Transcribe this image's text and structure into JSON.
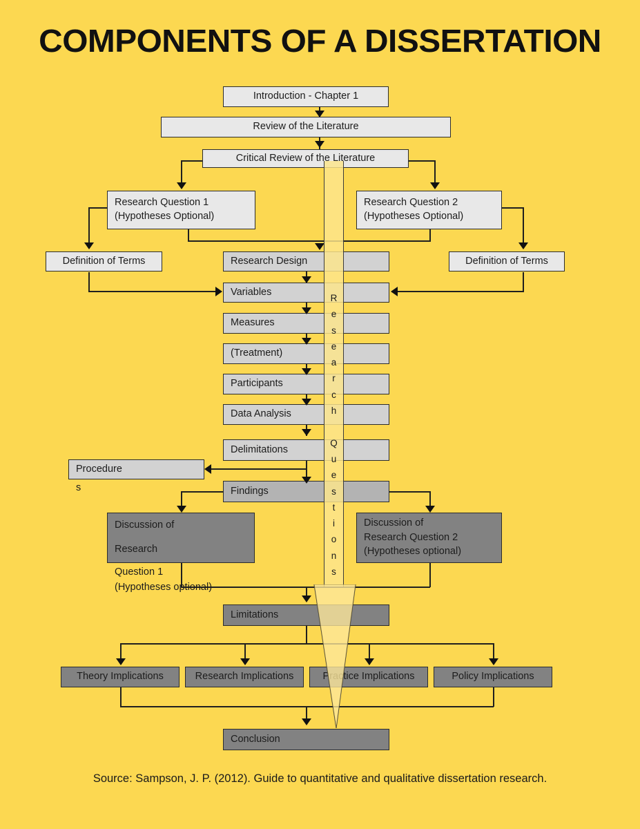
{
  "page": {
    "title": "COMPONENTS OF A DISSERTATION",
    "background_color": "#FCD851",
    "source": "Source: Sampson, J. P. (2012). Guide to quantitative and qualitative dissertation research."
  },
  "band": {
    "label": "Research Questions",
    "letters": [
      "R",
      "e",
      "s",
      "e",
      "a",
      "r",
      "c",
      "h",
      " ",
      "Q",
      "u",
      "e",
      "s",
      "t",
      "i",
      "o",
      "n",
      "s"
    ]
  },
  "nodes": {
    "introduction": "Introduction - Chapter 1",
    "review_literature": "Review of the Literature",
    "critical_review": "Critical Review of the Literature",
    "research_question_1": "Research Question 1\n(Hypotheses Optional)",
    "research_question_1_line1": "Research Question 1",
    "research_question_1_line2": "(Hypotheses Optional)",
    "research_question_2_line1": "Research Question 2",
    "research_question_2_line2": "(Hypotheses Optional)",
    "definition_of_terms_left": "Definition of Terms",
    "definition_of_terms_right": "Definition of Terms",
    "research_design": "Research Design",
    "variables": "Variables",
    "measures": "Measures",
    "treatment": "(Treatment)",
    "participants": "Participants",
    "data_analysis": "Data Analysis",
    "delimitations": "Delimitations",
    "procedures": "Procedure",
    "procedures_overflow": "s",
    "findings": "Findings",
    "discussion_rq1_line1": "Discussion of",
    "discussion_rq1_line2": "Research",
    "discussion_rq1_overflow_line1": "Question 1",
    "discussion_rq1_overflow_line2": "(Hypotheses optional)",
    "discussion_rq2_line1": "Discussion of",
    "discussion_rq2_line2": "Research Question 2",
    "discussion_rq2_line3": "(Hypotheses optional)",
    "limitations": "Limitations",
    "theory_implications": "Theory Implications",
    "research_implications": "Research Implications",
    "practice_implications": "Practice Implications",
    "policy_implications": "Policy Implications",
    "conclusion": "Conclusion"
  },
  "colors": {
    "light_box": "#e8e8e8",
    "medium_box": "#d2d2d2",
    "medium_dark_box": "#b3b3b3",
    "dark_box": "#828282",
    "border": "#2b2b2b",
    "text": "#1c1c1c"
  }
}
